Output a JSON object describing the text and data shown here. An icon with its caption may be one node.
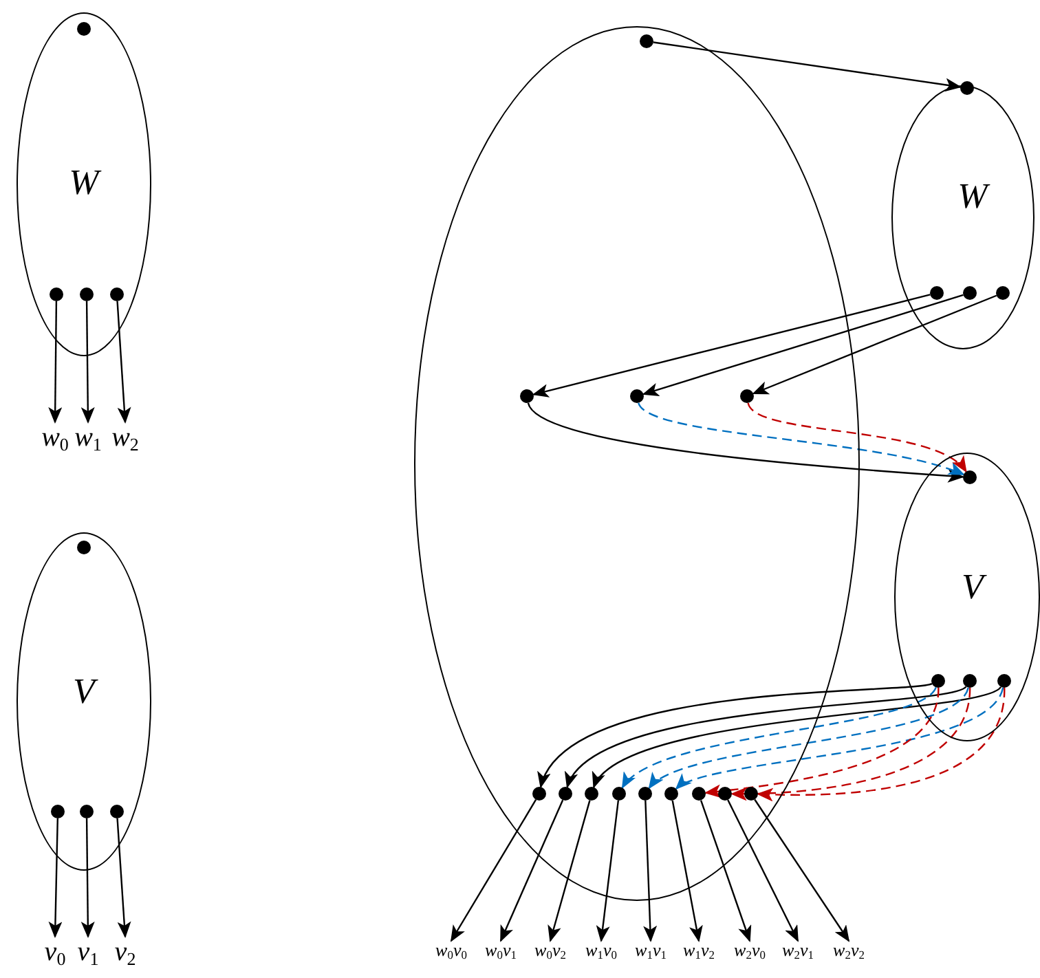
{
  "diagram": {
    "nodes": [
      {
        "text": [
          "W"
        ]
      },
      {
        "text": [],
        "shape": "circle",
        "in": 0
      },
      {
        "text": [],
        "shape": "circle",
        "in": 0
      },
      {
        "text": [],
        "shape": "circle",
        "in": 0
      },
      {
        "text": [],
        "shape": "circle",
        "in": 0
      },
      {
        "text": [
          "w$_{0}$"
        ]
      },
      {
        "text": [
          "w$_{1}$"
        ]
      },
      {
        "text": [
          "w$_{2}$"
        ]
      },
      {
        "text": [
          "V"
        ]
      },
      {
        "text": [],
        "shape": "circle",
        "in": 8
      },
      {
        "text": [],
        "shape": "circle",
        "in": 8
      },
      {
        "text": [],
        "shape": "circle",
        "in": 8
      },
      {
        "text": [],
        "shape": "circle",
        "in": 8
      },
      {
        "text": [
          "v$_{0}$"
        ]
      },
      {
        "text": [
          "v$_{1}$"
        ]
      },
      {
        "text": [
          "v$_{2}$"
        ]
      },
      {
        "text": [],
        "shape": "ellipse"
      },
      {
        "text": [],
        "shape": "circle",
        "in": 16
      },
      {
        "text": [
          "W"
        ]
      },
      {
        "text": [],
        "shape": "circle",
        "in": 18
      },
      {
        "text": [],
        "shape": "circle",
        "in": 18
      },
      {
        "text": [],
        "shape": "circle",
        "in": 18
      },
      {
        "text": [],
        "shape": "circle",
        "in": 18
      },
      {
        "text": [],
        "shape": "circle",
        "in": 16
      },
      {
        "text": [],
        "shape": "circle",
        "in": 16
      },
      {
        "text": [],
        "shape": "circle",
        "in": 16
      },
      {
        "text": [
          "V"
        ]
      },
      {
        "text": [],
        "shape": "circle",
        "in": 26
      },
      {
        "text": [],
        "shape": "circle",
        "in": 26
      },
      {
        "text": [],
        "shape": "circle",
        "in": 26
      },
      {
        "text": [],
        "shape": "circle",
        "in": 26
      },
      {
        "text": [],
        "shape": "circle",
        "in": 16
      },
      {
        "text": [],
        "shape": "circle",
        "in": 16
      },
      {
        "text": [],
        "shape": "circle",
        "in": 16
      },
      {
        "text": [],
        "shape": "circle",
        "in": 16
      },
      {
        "text": [],
        "shape": "circle",
        "in": 16
      },
      {
        "text": [],
        "shape": "circle",
        "in": 16
      },
      {
        "text": [],
        "shape": "circle",
        "in": 16
      },
      {
        "text": [],
        "shape": "circle",
        "in": 16
      },
      {
        "text": [],
        "shape": "circle",
        "in": 16
      },
      {
        "text": [
          "w$_{0}$v$_{0}$"
        ]
      },
      {
        "text": [
          "w$_{0}$v$_{1}$"
        ]
      },
      {
        "text": [
          "w$_{0}$v$_{2}$"
        ]
      },
      {
        "text": [
          "w$_{1}$v$_{0}$"
        ]
      },
      {
        "text": [
          "w$_{1}$v$_{1}$"
        ]
      },
      {
        "text": [
          "w$_{1}$v$_{2}$"
        ]
      },
      {
        "text": [
          "w$_{2}$v$_{0}$"
        ]
      },
      {
        "text": [
          "w$_{2}$v$_{1}$"
        ]
      },
      {
        "text": [
          "w$_{2}$v$_{2}$"
        ]
      }
    ],
    "edges": [
      {
        "from": 2,
        "to": 5,
        "arrow": "to"
      },
      {
        "from": 3,
        "to": 6,
        "arrow": "to"
      },
      {
        "from": 4,
        "to": 7,
        "arrow": "to"
      },
      {
        "from": 10,
        "to": 13,
        "arrow": "to"
      },
      {
        "from": 11,
        "to": 14,
        "arrow": "to"
      },
      {
        "from": 12,
        "to": 15,
        "arrow": "to"
      },
      {
        "from": 17,
        "to": 19,
        "arrow": "to"
      },
      {
        "from": 20,
        "to": 23,
        "arrow": "to"
      },
      {
        "from": 21,
        "to": 24,
        "arrow": "to"
      },
      {
        "from": 22,
        "to": 25,
        "arrow": "to"
      },
      {
        "from": 23,
        "to": 27,
        "arrow": "to"
      },
      {
        "from": 24,
        "to": 27,
        "arrow": "to",
        "style": "dashed",
        "color": "#0070c0"
      },
      {
        "from": 25,
        "to": 27,
        "arrow": "to",
        "style": "dashed",
        "color": "#c00000"
      },
      {
        "from": 28,
        "to": 31,
        "arrow": "to"
      },
      {
        "from": 29,
        "to": 32,
        "arrow": "to"
      },
      {
        "from": 30,
        "to": 33,
        "arrow": "to"
      },
      {
        "from": 28,
        "to": 34,
        "arrow": "to",
        "style": "dashed",
        "color": "#0070c0"
      },
      {
        "from": 29,
        "to": 35,
        "arrow": "to",
        "style": "dashed",
        "color": "#0070c0"
      },
      {
        "from": 30,
        "to": 36,
        "arrow": "to",
        "style": "dashed",
        "color": "#0070c0"
      },
      {
        "from": 28,
        "to": 37,
        "arrow": "to",
        "style": "dashed",
        "color": "#c00000"
      },
      {
        "from": 29,
        "to": 38,
        "arrow": "to",
        "style": "dashed",
        "color": "#c00000"
      },
      {
        "from": 30,
        "to": 39,
        "arrow": "to",
        "style": "dashed",
        "color": "#c00000"
      },
      {
        "from": 31,
        "to": 40,
        "arrow": "to"
      },
      {
        "from": 32,
        "to": 41,
        "arrow": "to"
      },
      {
        "from": 33,
        "to": 42,
        "arrow": "to"
      },
      {
        "from": 34,
        "to": 43,
        "arrow": "to"
      },
      {
        "from": 35,
        "to": 44,
        "arrow": "to"
      },
      {
        "from": 36,
        "to": 45,
        "arrow": "to"
      },
      {
        "from": 37,
        "to": 46,
        "arrow": "to"
      },
      {
        "from": 38,
        "to": 47,
        "arrow": "to"
      },
      {
        "from": 39,
        "to": 48,
        "arrow": "to"
      }
    ]
  }
}
